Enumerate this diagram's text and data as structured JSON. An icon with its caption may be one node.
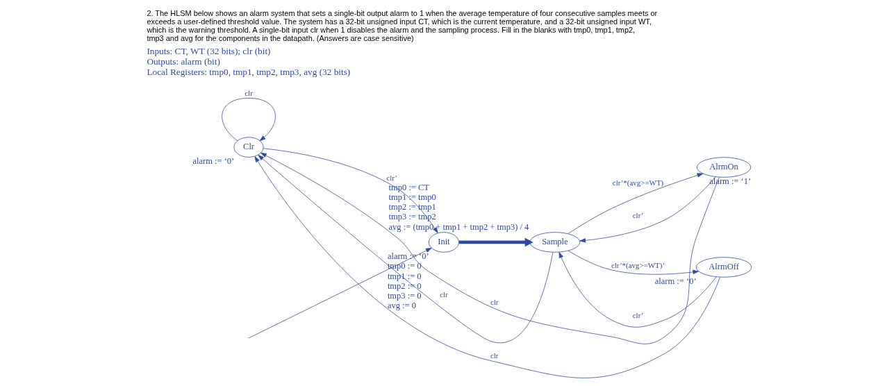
{
  "diagram": {
    "title": "2. The HLSM below shows an alarm system that sets a single-bit output alarm to 1 when the average temperature of four consecutive samples meets or exceeds a user-defined threshold value. The system has a 32-bit unsigned input CT, which is the current temperature, and a 32-bit unsigned input WT, which is the warning threshold. A single-bit input clr when 1 disables the alarm and the sampling process. Fill in the blanks with tmp0, tmp1, tmp2, tmp3 and avg for the components in the datapath. (Answers are case sensitive)",
    "nodes": [
      {
        "text": [
          "Clr"
        ],
        "beside": [
          "alarm := ‘0’"
        ]
      },
      {
        "text": [
          "AlrmOn"
        ],
        "beside": [
          "alarm := ‘1’"
        ]
      },
      {
        "text": [
          "Init"
        ],
        "beside": [
          "alarm := ‘0’",
          "tmp0 := 0",
          "tmp1 := 0",
          "tmp2 := 0",
          "tmp3 := 0",
          "avg := 0"
        ]
      },
      {
        "text": [
          "Sample"
        ],
        "beside": [
          "tmp0 := CT",
          "tmp1 := tmp0",
          "tmp2 := tmp1",
          "tmp3 := tmp2",
          "avg := (tmp0 + tmp1 + tmp2 + tmp3) / 4"
        ]
      },
      {
        "text": [
          "AlrmOff"
        ],
        "beside": [
          "alarm := ‘0’"
        ]
      }
    ],
    "edges": [
      {
        "from": null,
        "to": 2,
        "arrow": "to"
      },
      {
        "from": 0,
        "to": 0,
        "arrow": "to",
        "label": "clr"
      },
      {
        "from": 0,
        "to": 2,
        "arrow": "to",
        "label": "clr’"
      },
      {
        "from": 2,
        "to": 3,
        "arrow": "to",
        "style": "thick"
      },
      {
        "from": 3,
        "to": 0,
        "arrow": "to",
        "label": "clr"
      },
      {
        "from": 1,
        "to": 0,
        "arrow": "to",
        "label": "clr"
      },
      {
        "from": 4,
        "to": 0,
        "arrow": "to",
        "label": "clr"
      },
      {
        "from": 3,
        "to": 1,
        "arrow": "to",
        "label": "clr’*(avg>=WT)"
      },
      {
        "from": 1,
        "to": 3,
        "arrow": "to",
        "label": "clr’"
      },
      {
        "from": 4,
        "to": 3,
        "arrow": "to",
        "label": "clr’"
      },
      {
        "from": 3,
        "to": 4,
        "arrow": "to",
        "label": "clr’*(avg>=WT)’"
      }
    ],
    "labels": [
      "Inputs: CT, WT (32 bits); clr (bit)",
      "Outputs: alarm (bit)",
      "Local Registers: tmp0, tmp1, tmp2, tmp3, avg (32 bits)"
    ]
  }
}
